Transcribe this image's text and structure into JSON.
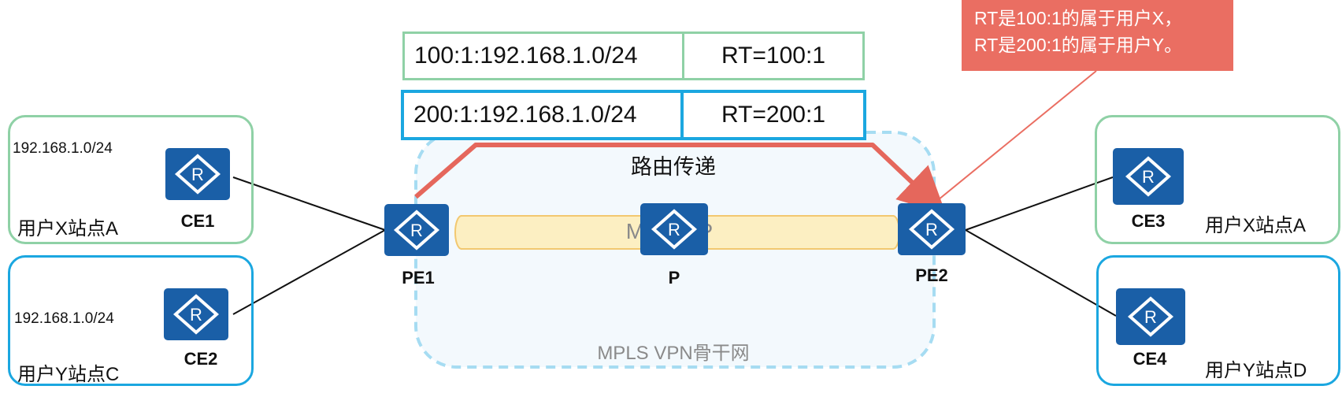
{
  "colors": {
    "router_fill": "#1a5fa7",
    "user_x_border": "#8fd1a6",
    "user_y_border": "#1ba7e0",
    "backbone_fill": "#f3f9fd",
    "route_line": "#e5675c",
    "note_fill": "#ea6e62",
    "tunnel_fill": "#fcefc2"
  },
  "route_table": {
    "row1": {
      "prefix": "100:1:192.168.1.0/24",
      "rt": "RT=100:1"
    },
    "row2": {
      "prefix": "200:1:192.168.1.0/24",
      "rt": "RT=200:1"
    }
  },
  "note": {
    "line1": "RT是100:1的属于用户X，",
    "line2": "RT是200:1的属于用户Y。"
  },
  "backbone": {
    "route_label": "路由传递",
    "tunnel_label": "MP-BGP",
    "label": "MPLS VPN骨干网"
  },
  "sites": {
    "left_top": {
      "subnet": "192.168.1.0/24",
      "label": "用户X站点A",
      "router": "CE1"
    },
    "left_bottom": {
      "subnet": "192.168.1.0/24",
      "label": "用户Y站点C",
      "router": "CE2"
    },
    "right_top": {
      "label": "用户X站点A",
      "router": "CE3"
    },
    "right_bottom": {
      "label": "用户Y站点D",
      "router": "CE4"
    }
  },
  "core": {
    "pe1": "PE1",
    "p": "P",
    "pe2": "PE2"
  },
  "icons": {
    "router": "router-icon"
  }
}
